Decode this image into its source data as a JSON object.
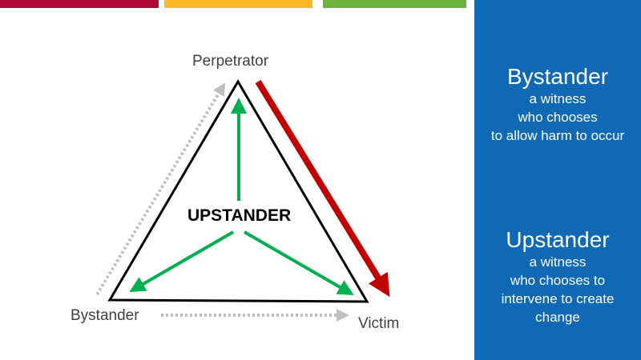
{
  "colors": {
    "bar1": "#ae0a38",
    "bar2": "#fbb827",
    "bar3": "#6cb33f",
    "panel": "#0f69b4",
    "harm": "#c00000",
    "upstander": "#00b050",
    "bystander": "#bfbfbf"
  },
  "diagram": {
    "perpetrator": "Perpetrator",
    "bystander": "Bystander",
    "victim": "Victim",
    "center": "UPSTANDER"
  },
  "panel": {
    "bystander": {
      "title": "Bystander",
      "lines": [
        "a witness",
        "who chooses",
        "to allow harm to occur"
      ]
    },
    "upstander": {
      "title": "Upstander",
      "lines": [
        "a witness",
        "who chooses to",
        "intervene to create",
        "change"
      ]
    }
  }
}
